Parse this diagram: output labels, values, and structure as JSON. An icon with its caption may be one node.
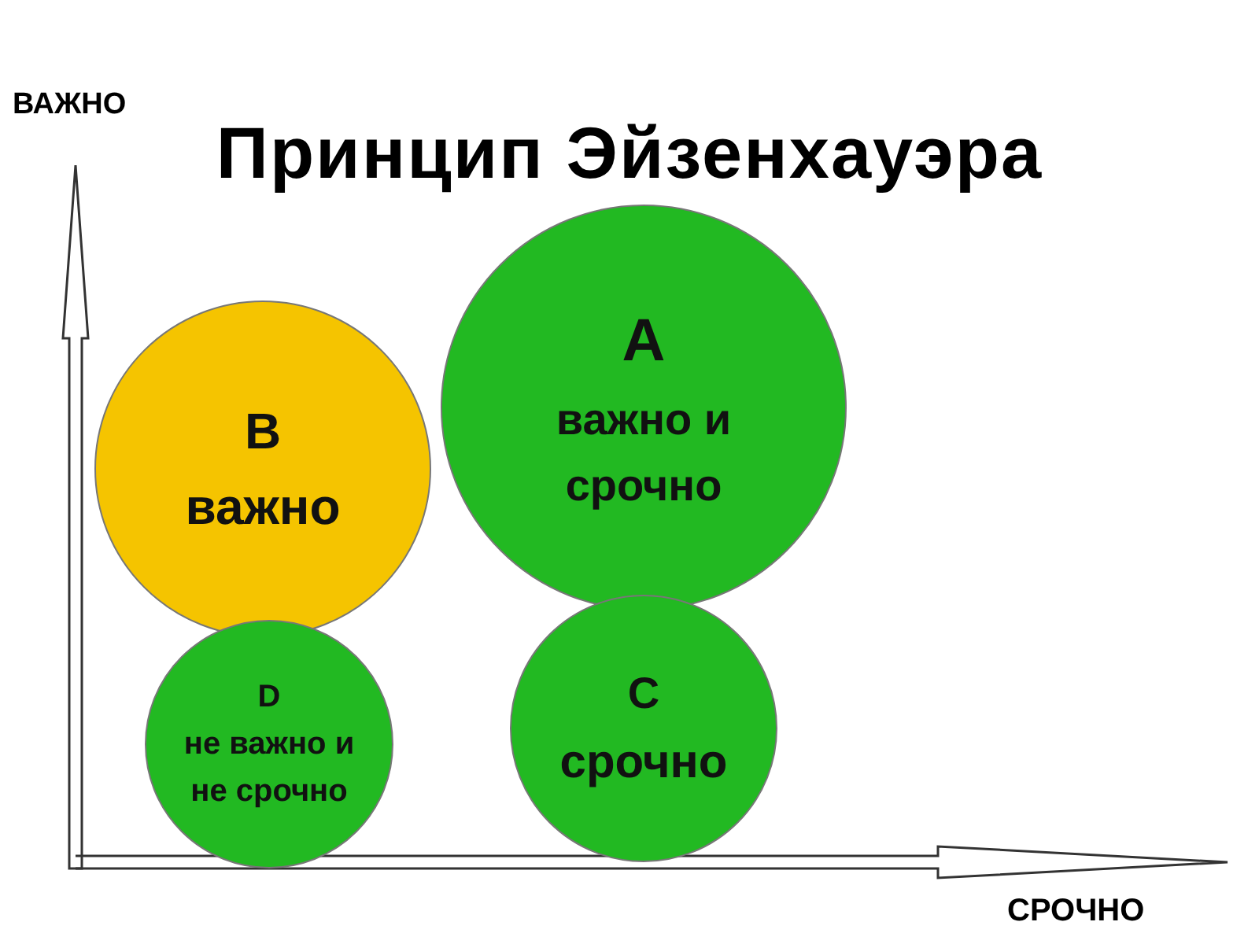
{
  "diagram": {
    "title": "Принцип Эйзенхауэра",
    "nodes": [
      {
        "text": [
          "B",
          "важно"
        ]
      },
      {
        "text": [
          "A",
          "важно и срочно"
        ]
      },
      {
        "text": [
          "D",
          "не важно и не срочно"
        ]
      },
      {
        "text": [
          "C",
          "срочно"
        ]
      }
    ],
    "edges": [],
    "labels": [
      "ВАЖНО",
      "СРОЧНО"
    ]
  }
}
